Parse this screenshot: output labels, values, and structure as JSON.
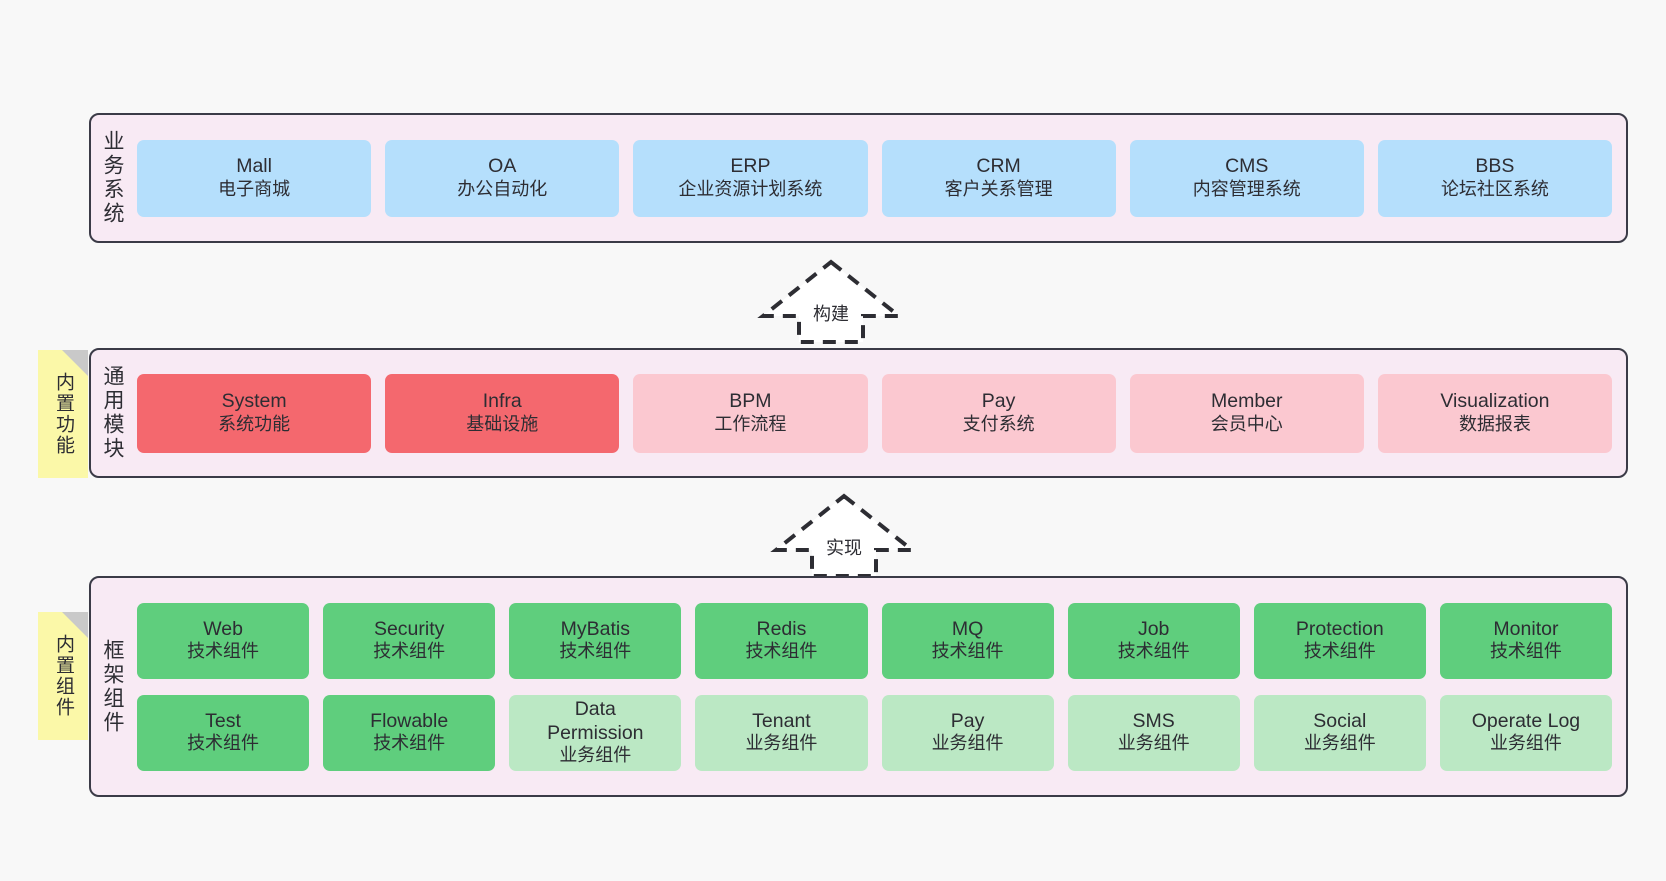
{
  "diagram": {
    "background_color": "#f8f8f8",
    "layer_fill": "#f8eaf4",
    "layer_border": "#3b3b47",
    "sticky_color": "#fbf8a8"
  },
  "layers": [
    {
      "id": "business",
      "title": "业务系统",
      "rows": [
        {
          "nodes": [
            {
              "name": "Mall",
              "sub": "电子商城",
              "color": "#b5dffc",
              "style": "blue"
            },
            {
              "name": "OA",
              "sub": "办公自动化",
              "color": "#b5dffc",
              "style": "blue"
            },
            {
              "name": "ERP",
              "sub": "企业资源计划系统",
              "color": "#b5dffc",
              "style": "blue"
            },
            {
              "name": "CRM",
              "sub": "客户关系管理",
              "color": "#b5dffc",
              "style": "blue"
            },
            {
              "name": "CMS",
              "sub": "内容管理系统",
              "color": "#b5dffc",
              "style": "blue"
            },
            {
              "name": "BBS",
              "sub": "论坛社区系统",
              "color": "#b5dffc",
              "style": "blue"
            }
          ]
        }
      ]
    },
    {
      "id": "common",
      "title": "通用模块",
      "sticky": "内置功能",
      "rows": [
        {
          "nodes": [
            {
              "name": "System",
              "sub": "系统功能",
              "color": "#f4686e",
              "style": "red"
            },
            {
              "name": "Infra",
              "sub": "基础设施",
              "color": "#f4686e",
              "style": "red"
            },
            {
              "name": "BPM",
              "sub": "工作流程",
              "color": "#fbc8d0",
              "style": "pink"
            },
            {
              "name": "Pay",
              "sub": "支付系统",
              "color": "#fbc8d0",
              "style": "pink"
            },
            {
              "name": "Member",
              "sub": "会员中心",
              "color": "#fbc8d0",
              "style": "pink"
            },
            {
              "name": "Visualization",
              "sub": "数据报表",
              "color": "#fbc8d0",
              "style": "pink"
            }
          ]
        }
      ]
    },
    {
      "id": "framework",
      "title": "框架组件",
      "sticky": "内置组件",
      "rows": [
        {
          "nodes": [
            {
              "name": "Web",
              "sub": "技术组件",
              "color": "#5fce7d",
              "style": "green"
            },
            {
              "name": "Security",
              "sub": "技术组件",
              "color": "#5fce7d",
              "style": "green"
            },
            {
              "name": "MyBatis",
              "sub": "技术组件",
              "color": "#5fce7d",
              "style": "green"
            },
            {
              "name": "Redis",
              "sub": "技术组件",
              "color": "#5fce7d",
              "style": "green"
            },
            {
              "name": "MQ",
              "sub": "技术组件",
              "color": "#5fce7d",
              "style": "green"
            },
            {
              "name": "Job",
              "sub": "技术组件",
              "color": "#5fce7d",
              "style": "green"
            },
            {
              "name": "Protection",
              "sub": "技术组件",
              "color": "#5fce7d",
              "style": "green"
            },
            {
              "name": "Monitor",
              "sub": "技术组件",
              "color": "#5fce7d",
              "style": "green"
            }
          ]
        },
        {
          "nodes": [
            {
              "name": "Test",
              "sub": "技术组件",
              "color": "#5fce7d",
              "style": "green"
            },
            {
              "name": "Flowable",
              "sub": "技术组件",
              "color": "#5fce7d",
              "style": "green"
            },
            {
              "name": "Data\nPermission",
              "sub": "业务组件",
              "color": "#bbe8c4",
              "style": "lightgreen"
            },
            {
              "name": "Tenant",
              "sub": "业务组件",
              "color": "#bbe8c4",
              "style": "lightgreen"
            },
            {
              "name": "Pay",
              "sub": "业务组件",
              "color": "#bbe8c4",
              "style": "lightgreen"
            },
            {
              "name": "SMS",
              "sub": "业务组件",
              "color": "#bbe8c4",
              "style": "lightgreen"
            },
            {
              "name": "Social",
              "sub": "业务组件",
              "color": "#bbe8c4",
              "style": "lightgreen"
            },
            {
              "name": "Operate Log",
              "sub": "业务组件",
              "color": "#bbe8c4",
              "style": "lightgreen"
            }
          ]
        }
      ]
    }
  ],
  "connectors": [
    {
      "id": "build",
      "label": "构建",
      "direction": "up",
      "style": "dashed-block-arrow"
    },
    {
      "id": "impl",
      "label": "实现",
      "direction": "up",
      "style": "dashed-block-arrow"
    }
  ]
}
